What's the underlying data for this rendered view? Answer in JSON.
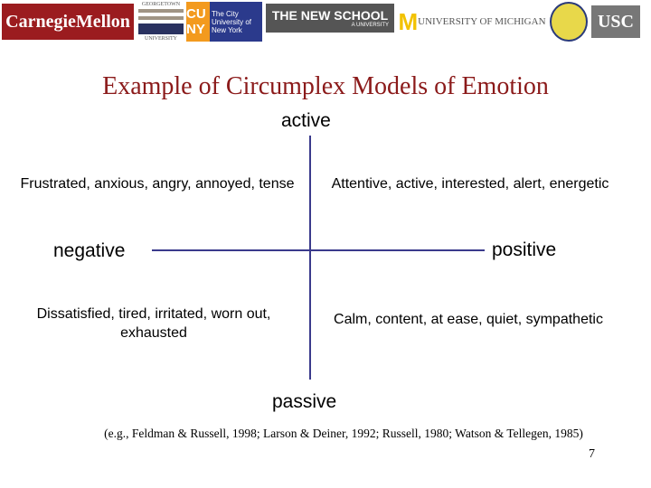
{
  "logos": {
    "cmu": "CarnegieMellon",
    "georgetown_top": "GEORGETOWN",
    "georgetown_bottom": "UNIVERSITY",
    "cuny": "CU NY",
    "cuny_text": "The City University of New York",
    "newschool": "THE NEW SCHOOL",
    "newschool_sub": "A UNIVERSITY",
    "michigan": "UNIVERSITY OF MICHIGAN",
    "usc": "USC"
  },
  "title": "Example of Circumplex Models of Emotion",
  "axes": {
    "top": "active",
    "bottom": "passive",
    "left": "negative",
    "right": "positive"
  },
  "quadrants": {
    "top_left": "Frustrated, anxious, angry, annoyed, tense",
    "top_right": "Attentive, active, interested, alert, energetic",
    "bottom_left": "Dissatisfied, tired, irritated, worn out, exhausted",
    "bottom_right": "Calm, content, at ease, quiet, sympathetic"
  },
  "citation": "(e.g., Feldman & Russell, 1998;  Larson & Deiner,  1992; Russell, 1980; Watson & Tellegen, 1985)",
  "page_number": "7",
  "colors": {
    "title": "#8b1a1a",
    "axis": "#3a3a8c",
    "cmu": "#9b1c1f"
  }
}
